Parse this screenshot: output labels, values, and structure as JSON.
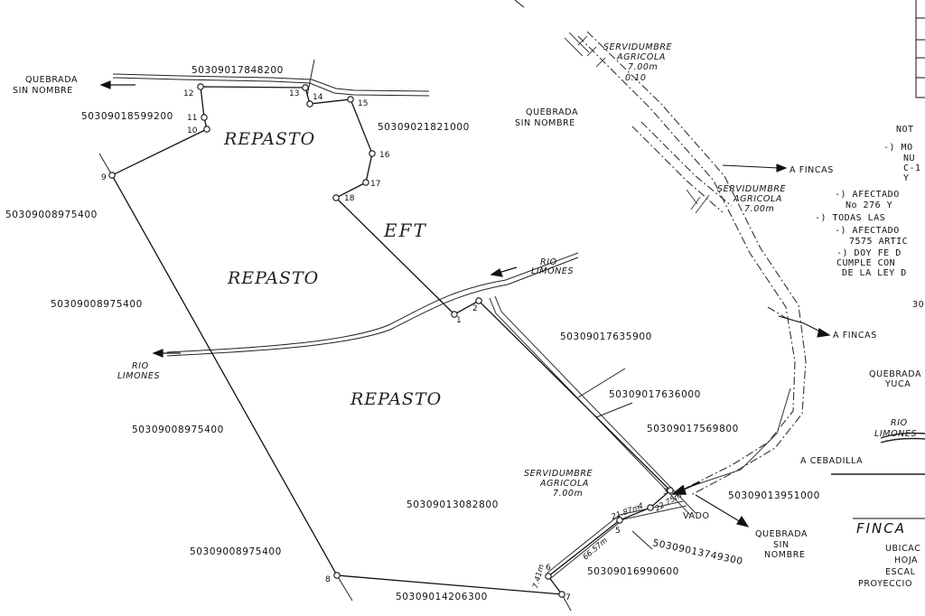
{
  "areas": [
    "REPASTO",
    "REPASTO",
    "REPASTO"
  ],
  "eft_label": "EFT",
  "parcels": [
    "50309017848200",
    "50309018599200",
    "50309021821000",
    "50309008975400",
    "50309008975400",
    "50309008975400",
    "50309008975400",
    "50309017635900",
    "50309017636000",
    "50309017569800",
    "50309013082800",
    "50309013951000",
    "50309013749300",
    "50309016990600",
    "50309014206300"
  ],
  "vertices": [
    "1",
    "2",
    "3",
    "4",
    "5",
    "6",
    "7",
    "8",
    "9",
    "10",
    "11",
    "12",
    "13",
    "14",
    "15",
    "16",
    "17",
    "18"
  ],
  "measurements": [
    "66.57m",
    "21.87m",
    "22.75m",
    "7.41m"
  ],
  "labels": {
    "quebrada_left": [
      "QUEBRADA",
      "SIN NOMBRE"
    ],
    "quebrada_top": [
      "QUEBRADA",
      "SIN NOMBRE"
    ],
    "quebrada_bottom": [
      "QUEBRADA",
      "SIN",
      "NOMBRE"
    ],
    "rio_left": [
      "RIO",
      "LIMONES"
    ],
    "rio_mid": [
      "RIO",
      "LIMONES"
    ],
    "rio_right": [
      "RIO",
      "LIMONES"
    ],
    "quebrada_yuca": [
      "QUEBRADA",
      "YUCA"
    ],
    "servidumbre_top": [
      "SERVIDUMBRE",
      "AGRICOLA",
      "7.00m",
      "0.10"
    ],
    "servidumbre_right": [
      "SERVIDUMBRE",
      "AGRICOLA",
      "7.00m"
    ],
    "servidumbre_bottom": [
      "SERVIDUMBRE",
      "AGRICOLA",
      "7.00m"
    ],
    "a_fincas_1": "A FINCAS",
    "a_fincas_2": "A FINCAS",
    "a_cebadilla": "A CEBADILLA",
    "vado": "VADO",
    "finca": "FINCA",
    "right_block": [
      "UBICAC",
      "HOJA",
      "ESCAL",
      "PROYECCIO"
    ],
    "side_number": "30"
  },
  "notes": [
    "NOT",
    "-) MO",
    "NU",
    "C-1",
    "Y",
    "-) AFECTADO",
    "No 276 Y",
    "-) TODAS LAS",
    "-) AFECTADO",
    "7575 ARTIC",
    "-) DOY FE D",
    "CUMPLE CON",
    "DE LA LEY D"
  ]
}
